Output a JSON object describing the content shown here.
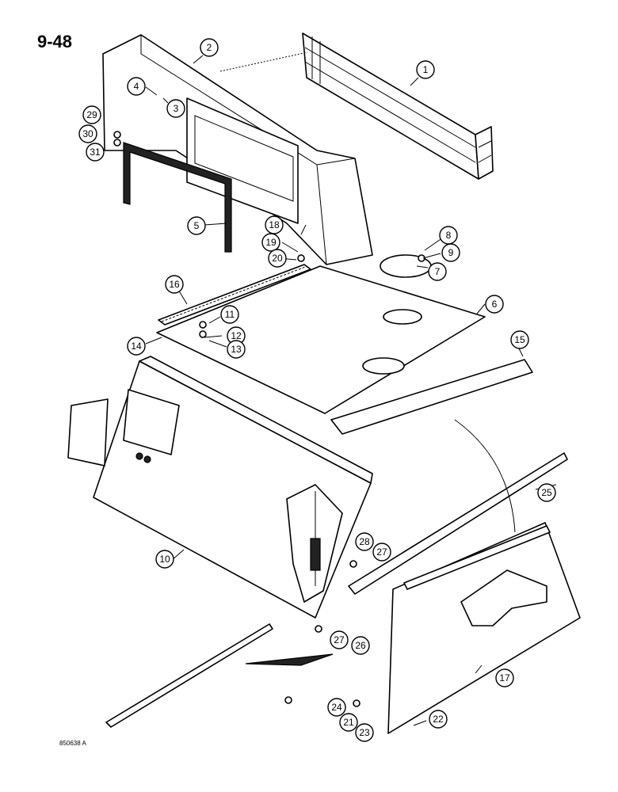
{
  "page": {
    "number": "9-48",
    "drawing_code": "850638 A"
  },
  "callouts": [
    "1",
    "2",
    "3",
    "4",
    "5",
    "6",
    "7",
    "8",
    "9",
    "10",
    "11",
    "12",
    "13",
    "14",
    "15",
    "16",
    "17",
    "18",
    "19",
    "20",
    "21",
    "22",
    "23",
    "24",
    "25",
    "26",
    "27",
    "27",
    "28",
    "29",
    "30",
    "31"
  ]
}
